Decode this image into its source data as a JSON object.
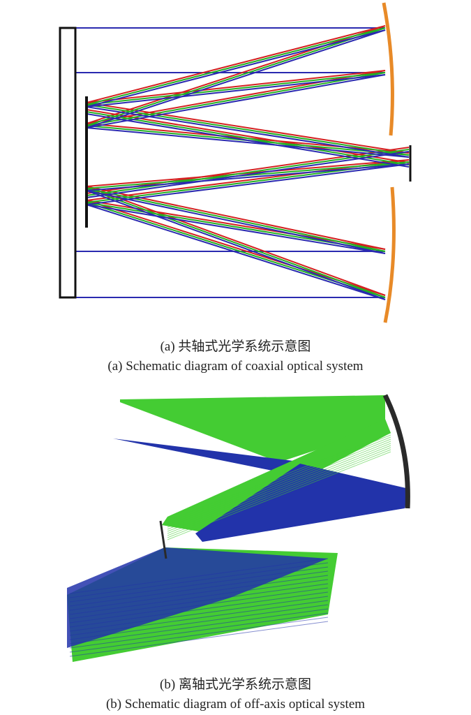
{
  "figure_a": {
    "caption_zh": "(a) 共轴式光学系统示意图",
    "caption_en": "(a) Schematic diagram of coaxial optical system",
    "colors": {
      "red": "#d42020",
      "green": "#22b022",
      "blue": "#2a2ab0",
      "mirror": "#e88a28",
      "frame": "#111111"
    }
  },
  "figure_b": {
    "caption_zh": "(b) 离轴式光学系统示意图",
    "caption_en": "(b) Schematic diagram of off-axis optical system",
    "colors": {
      "green": "#44cc33",
      "blue": "#2233aa",
      "mirror": "#2a2a2a"
    }
  }
}
